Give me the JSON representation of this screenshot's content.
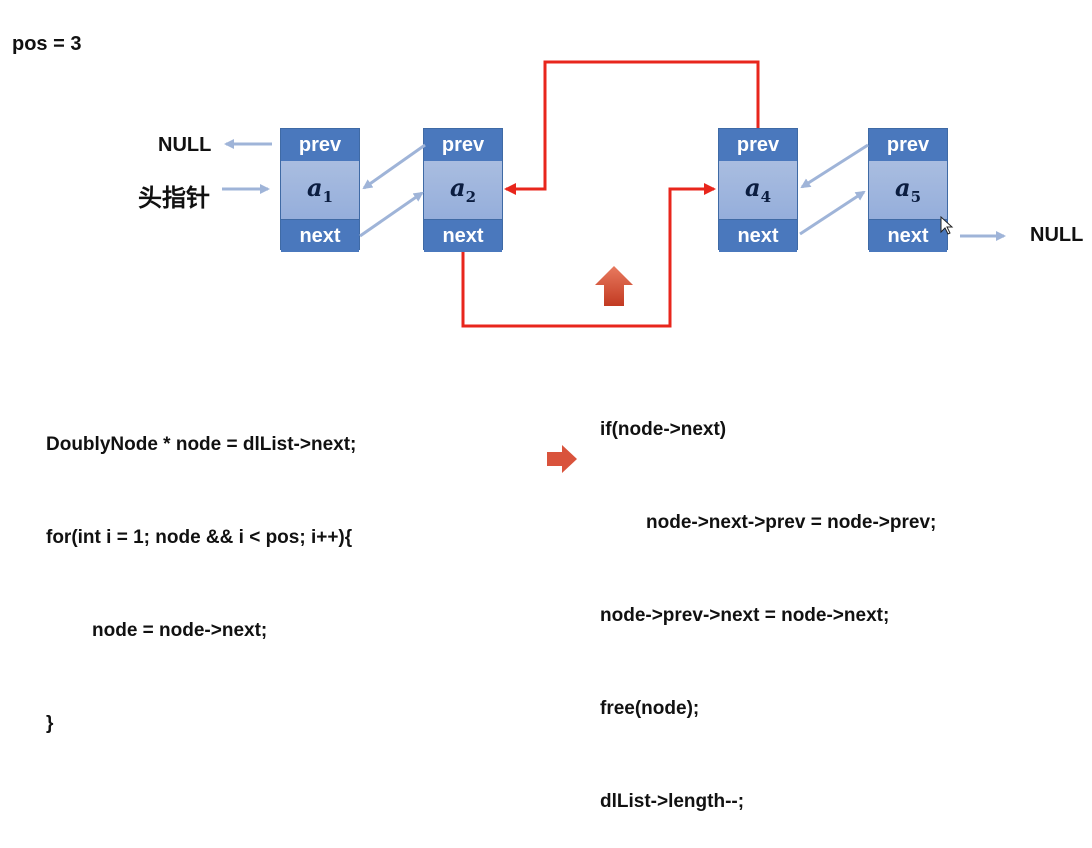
{
  "pos_label": "pos = 3",
  "null_left": "NULL",
  "null_right": "NULL",
  "head_pointer": "头指针",
  "nodes": [
    {
      "prev": "prev",
      "next": "next",
      "var": "a",
      "sub": "1"
    },
    {
      "prev": "prev",
      "next": "next",
      "var": "a",
      "sub": "2"
    },
    {
      "prev": "prev",
      "next": "next",
      "var": "a",
      "sub": "4"
    },
    {
      "prev": "prev",
      "next": "next",
      "var": "a",
      "sub": "5"
    }
  ],
  "code_left": [
    "DoublyNode * node = dlList->next;",
    "for(int i = 1; node && i < pos; i++){",
    "node = node->next;",
    "}"
  ],
  "code_right": [
    "if(node->next)",
    "node->next->prev = node->prev;",
    "node->prev->next = node->next;",
    "free(node);",
    "dlList->length--;"
  ],
  "colors": {
    "node_header": "#4a78bd",
    "node_body": "#a9bde0",
    "pointer_arrow": "#9fb4d8",
    "relink_line": "#e8261c",
    "marker_arrow": "#d9533c"
  }
}
